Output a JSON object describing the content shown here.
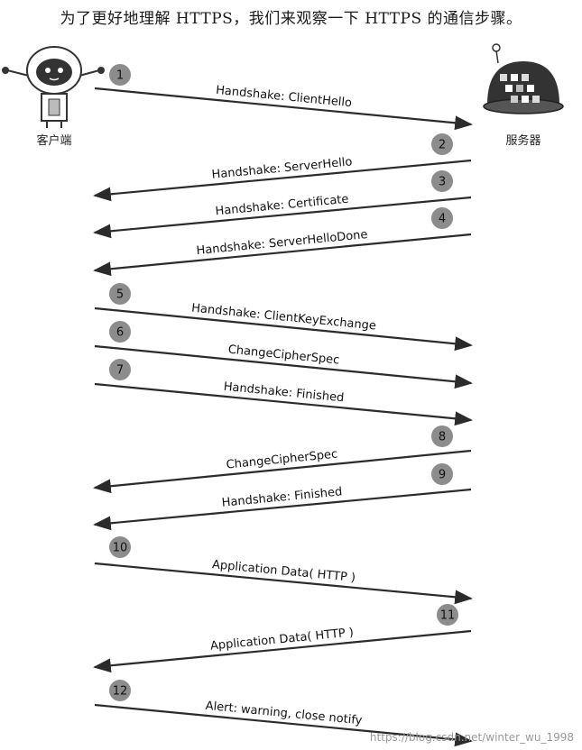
{
  "title": "为了更好地理解 HTTPS，我们来观察一下 HTTPS 的通信步骤。",
  "client": {
    "label": "客户端",
    "icon": "client-robot-icon"
  },
  "server": {
    "label": "服务器",
    "icon": "server-robot-icon"
  },
  "steps": [
    {
      "num": "1",
      "label": "Handshake: ClientHello",
      "direction": "client-to-server"
    },
    {
      "num": "2",
      "label": "Handshake: ServerHello",
      "direction": "server-to-client"
    },
    {
      "num": "3",
      "label": "Handshake: Certificate",
      "direction": "server-to-client"
    },
    {
      "num": "4",
      "label": "Handshake: ServerHelloDone",
      "direction": "server-to-client"
    },
    {
      "num": "5",
      "label": "Handshake: ClientKeyExchange",
      "direction": "client-to-server"
    },
    {
      "num": "6",
      "label": "ChangeCipherSpec",
      "direction": "client-to-server"
    },
    {
      "num": "7",
      "label": "Handshake: Finished",
      "direction": "client-to-server"
    },
    {
      "num": "8",
      "label": "ChangeCipherSpec",
      "direction": "server-to-client"
    },
    {
      "num": "9",
      "label": "Handshake: Finished",
      "direction": "server-to-client"
    },
    {
      "num": "10",
      "label": "Application Data( HTTP )",
      "direction": "client-to-server"
    },
    {
      "num": "11",
      "label": "Application Data( HTTP )",
      "direction": "server-to-client"
    },
    {
      "num": "12",
      "label": "Alert: warning, close notify",
      "direction": "client-to-server"
    }
  ],
  "watermark": "https://blog.csdn.net/winter_wu_1998",
  "colors": {
    "arrow": "#2b2b2b",
    "badge": "#8c8c8c",
    "robot_dark": "#333333"
  }
}
